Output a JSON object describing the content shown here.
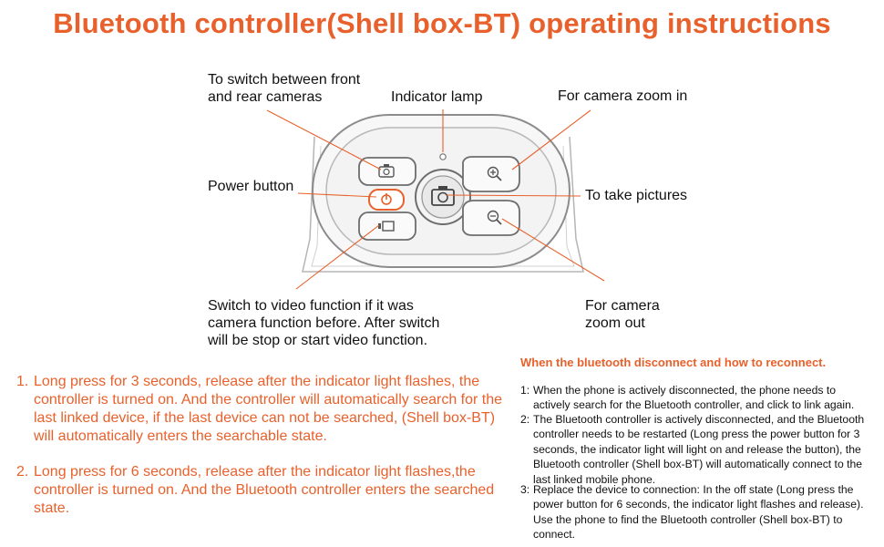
{
  "title": "Bluetooth controller(Shell box-BT) operating instructions",
  "diagram": {
    "labels": {
      "switch_cameras": [
        "To switch between front",
        "and rear cameras"
      ],
      "indicator_lamp": "Indicator lamp",
      "zoom_in": "For camera zoom in",
      "power_button": "Power button",
      "take_pictures": "To take pictures",
      "video_function": [
        "Switch to video function if it was",
        "camera function before. After switch",
        "will be stop or start video function."
      ],
      "zoom_out": [
        "For camera",
        "zoom out"
      ]
    },
    "colors": {
      "accent": "#e8612c",
      "outline": "#8a8a8a",
      "leader": "#e8612c"
    }
  },
  "steps": [
    {
      "num": "1.",
      "text": "Long press for 3 seconds, release after the indicator light flashes, the controller is turned on. And the controller will automatically search for the last linked device, if the last device can not be searched, (Shell box-BT) will automatically enters the searchable state."
    },
    {
      "num": "2.",
      "text": "Long press for 6 seconds, release after the indicator light flashes,the controller is turned on. And the Bluetooth controller enters the searched state."
    }
  ],
  "reconnect": {
    "title": "When the bluetooth disconnect and how to reconnect.",
    "items": [
      {
        "num": "1:",
        "text": "When the phone is actively disconnected, the phone needs to actively search for the Bluetooth controller, and click to link again."
      },
      {
        "num": "2:",
        "text": "The Bluetooth controller is actively disconnected, and the Bluetooth controller needs to be restarted (Long press the power button for 3 seconds, the indicator light will light on and release the button), the Bluetooth controller (Shell box-BT) will automatically connect to the last linked mobile phone."
      },
      {
        "num": "3:",
        "text": "Replace the device to connection: In the off state (Long press the power button for 6 seconds, the indicator light flashes and release). Use the phone to find the Bluetooth controller (Shell box-BT) to connect."
      }
    ]
  }
}
